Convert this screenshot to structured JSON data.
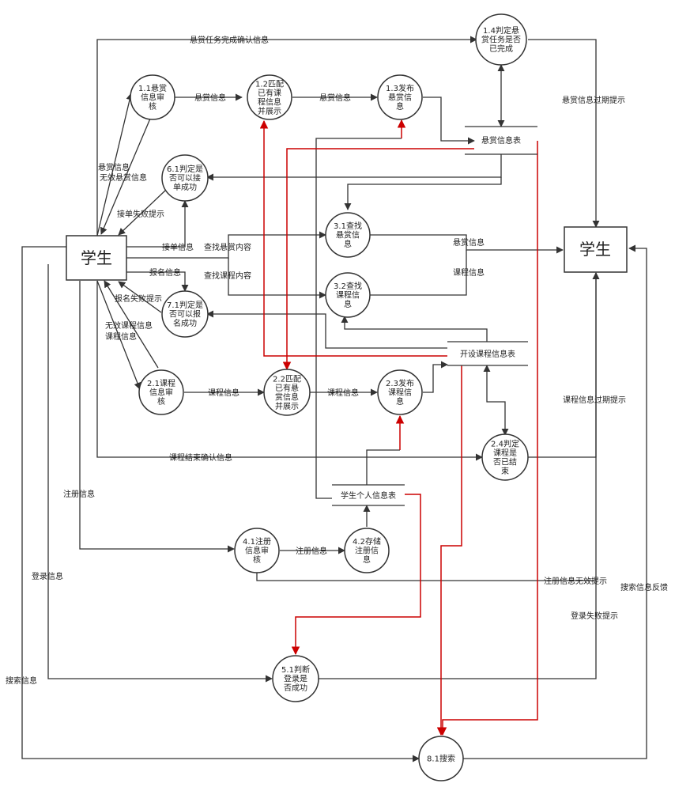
{
  "entities": {
    "student_left": "学生",
    "student_right": "学生"
  },
  "processes": {
    "p1_1": [
      "1.1悬赏",
      "信息审",
      "核"
    ],
    "p1_2": [
      "1.2匹配",
      "已有课",
      "程信息",
      "并展示"
    ],
    "p1_3": [
      "1.3发布",
      "悬赏信",
      "息"
    ],
    "p1_4": [
      "1.4判定悬",
      "赏任务是否",
      "已完成"
    ],
    "p6_1": [
      "6.1判定是",
      "否可以接",
      "单成功"
    ],
    "p3_1": [
      "3.1查找",
      "悬赏信",
      "息"
    ],
    "p3_2": [
      "3.2查找",
      "课程信",
      "息"
    ],
    "p7_1": [
      "7.1判定是",
      "否可以报",
      "名成功"
    ],
    "p2_1": [
      "2.1课程",
      "信息审",
      "核"
    ],
    "p2_2": [
      "2.2匹配",
      "已有悬",
      "赏信息",
      "并展示"
    ],
    "p2_3": [
      "2.3发布",
      "课程信",
      "息"
    ],
    "p2_4": [
      "2.4判定",
      "课程是",
      "否已结",
      "束"
    ],
    "p4_1": [
      "4.1注册",
      "信息审",
      "核"
    ],
    "p4_2": [
      "4.2存储",
      "注册信",
      "息"
    ],
    "p5_1": [
      "5.1判断",
      "登录是",
      "否成功"
    ],
    "p8_1": [
      "8.1搜索"
    ]
  },
  "stores": {
    "bounty": "悬赏信息表",
    "course": "开设课程信息表",
    "personal": "学生个人信息表"
  },
  "flows": {
    "bounty_done_confirm": "悬赏任务完成确认信息",
    "bounty_info_a": "悬赏信息",
    "bounty_info_b": "悬赏信息",
    "bounty_info_left": "悬赏信息",
    "invalid_bounty": "无效悬赏信息",
    "bounty_expire": "悬赏信息过期提示",
    "order_fail": "接单失败提示",
    "order_info": "接单信息",
    "search_bounty": "查找悬赏内容",
    "search_course": "查找课程内容",
    "bounty_info_out": "悬赏信息",
    "course_info_out": "课程信息",
    "signup_info": "报名信息",
    "signup_fail": "报名失败提示",
    "invalid_course": "无效课程信息",
    "course_info_left": "课程信息",
    "course_info_a": "课程信息",
    "course_info_b": "课程信息",
    "course_expire": "课程信息过期提示",
    "course_end_confirm": "课程结束确认信息",
    "register_info_left": "注册信息",
    "register_info_mid": "注册信息",
    "register_invalid": "注册信息无效提示",
    "login_info": "登录信息",
    "login_fail": "登录失败提示",
    "search_info": "搜索信息",
    "search_feedback": "搜索信息反馈"
  },
  "colors": {
    "line": "#333333",
    "red": "#cc0000",
    "fill": "#ffffff"
  }
}
